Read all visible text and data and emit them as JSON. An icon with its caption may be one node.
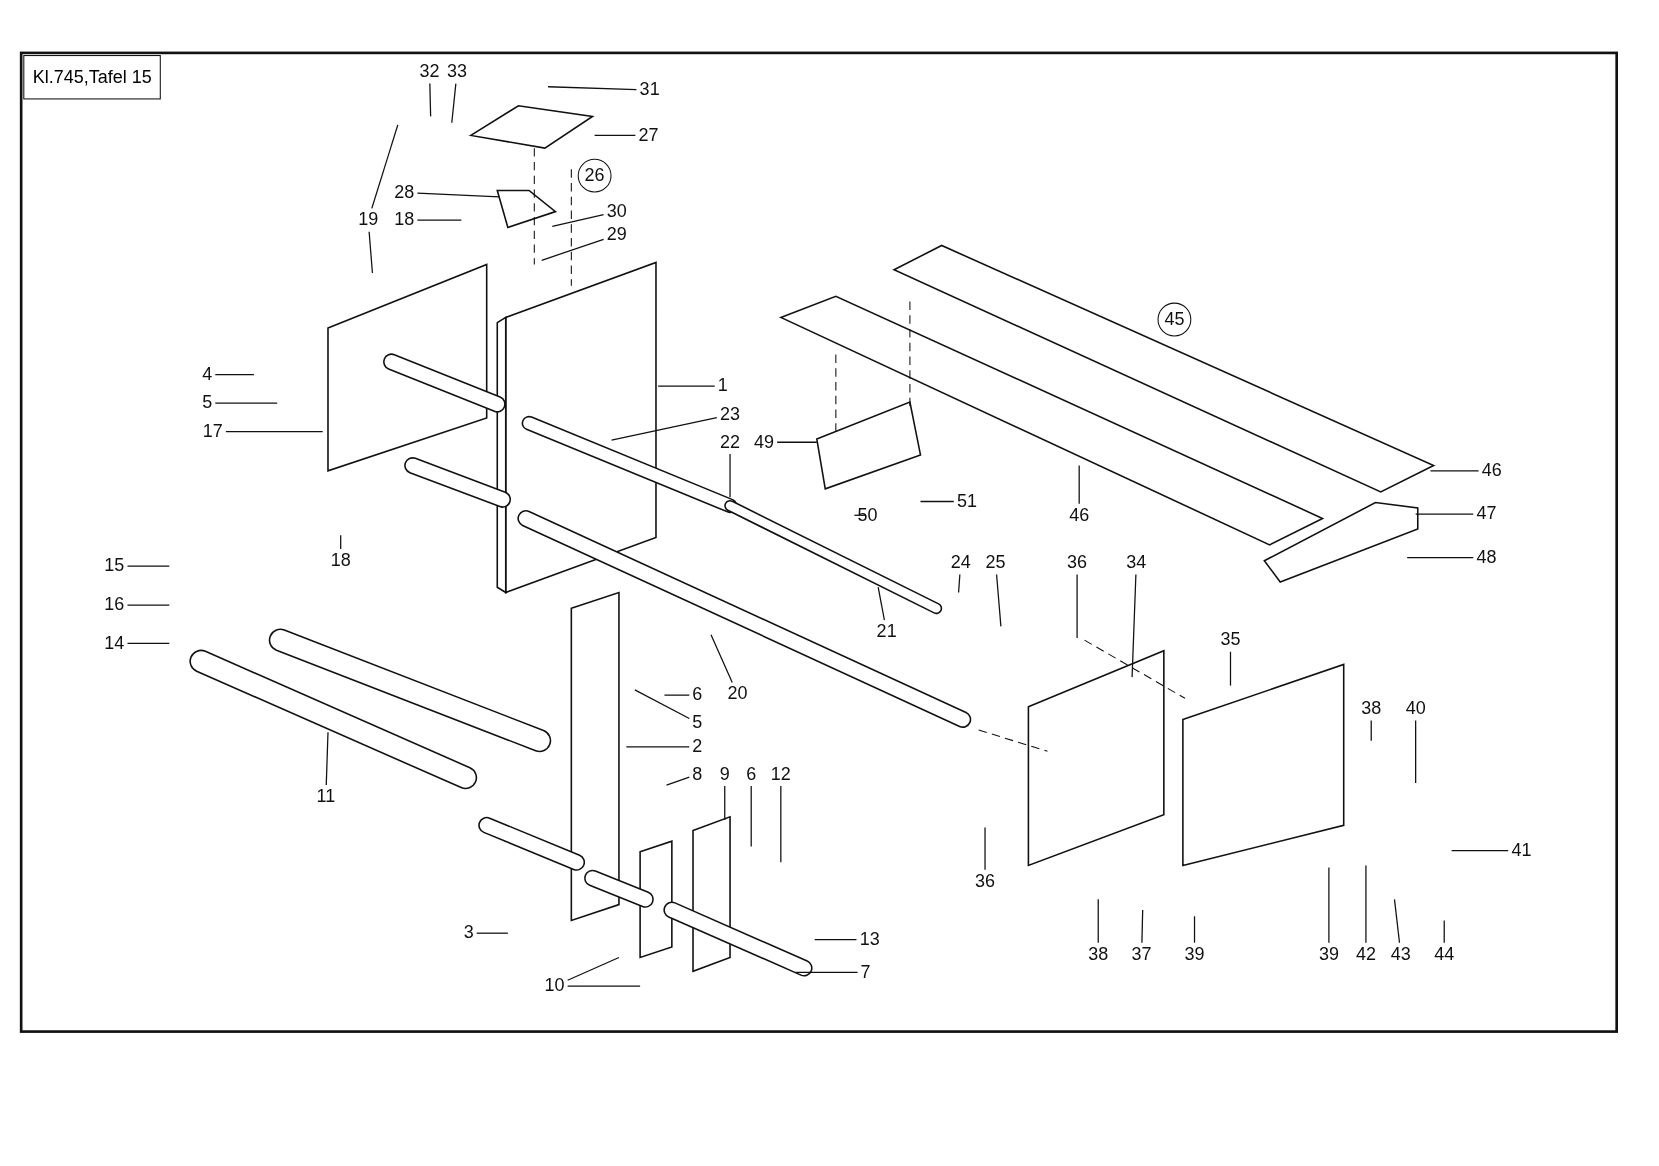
{
  "diagram": {
    "title": "Kl.745,Tafel 15",
    "nodes": [
      {
        "text": [
          "32"
        ]
      },
      {
        "text": [
          "33"
        ]
      },
      {
        "text": [
          "31"
        ]
      },
      {
        "text": [
          "27"
        ]
      },
      {
        "text": [
          "26"
        ]
      },
      {
        "text": [
          "28"
        ]
      },
      {
        "text": [
          "19"
        ]
      },
      {
        "text": [
          "18"
        ]
      },
      {
        "text": [
          "30"
        ]
      },
      {
        "text": [
          "29"
        ]
      },
      {
        "text": [
          "45"
        ]
      },
      {
        "text": [
          "4"
        ]
      },
      {
        "text": [
          "1"
        ]
      },
      {
        "text": [
          "5"
        ]
      },
      {
        "text": [
          "23"
        ]
      },
      {
        "text": [
          "17"
        ]
      },
      {
        "text": [
          "22"
        ]
      },
      {
        "text": [
          "49"
        ]
      },
      {
        "text": [
          "46"
        ]
      },
      {
        "text": [
          "47"
        ]
      },
      {
        "text": [
          "50"
        ]
      },
      {
        "text": [
          "51"
        ]
      },
      {
        "text": [
          "46"
        ]
      },
      {
        "text": [
          "48"
        ]
      },
      {
        "text": [
          "18"
        ]
      },
      {
        "text": [
          "15"
        ]
      },
      {
        "text": [
          "24"
        ]
      },
      {
        "text": [
          "25"
        ]
      },
      {
        "text": [
          "36"
        ]
      },
      {
        "text": [
          "34"
        ]
      },
      {
        "text": [
          "16"
        ]
      },
      {
        "text": [
          "21"
        ]
      },
      {
        "text": [
          "35"
        ]
      },
      {
        "text": [
          "14"
        ]
      },
      {
        "text": [
          "20"
        ]
      },
      {
        "text": [
          "6"
        ]
      },
      {
        "text": [
          "38"
        ]
      },
      {
        "text": [
          "40"
        ]
      },
      {
        "text": [
          "5"
        ]
      },
      {
        "text": [
          "2"
        ]
      },
      {
        "text": [
          "8"
        ]
      },
      {
        "text": [
          "9"
        ]
      },
      {
        "text": [
          "6"
        ]
      },
      {
        "text": [
          "12"
        ]
      },
      {
        "text": [
          "11"
        ]
      },
      {
        "text": [
          "41"
        ]
      },
      {
        "text": [
          "36"
        ]
      },
      {
        "text": [
          "3"
        ]
      },
      {
        "text": [
          "13"
        ]
      },
      {
        "text": [
          "38"
        ]
      },
      {
        "text": [
          "37"
        ]
      },
      {
        "text": [
          "39"
        ]
      },
      {
        "text": [
          "39"
        ]
      },
      {
        "text": [
          "42"
        ]
      },
      {
        "text": [
          "43"
        ]
      },
      {
        "text": [
          "44"
        ]
      },
      {
        "text": [
          "7"
        ]
      },
      {
        "text": [
          "10"
        ]
      }
    ],
    "edges": [
      {
        "from": 0,
        "to": null,
        "arrow": "none"
      },
      {
        "from": 1,
        "to": null,
        "arrow": "none"
      },
      {
        "from": 2,
        "to": null,
        "arrow": "none"
      },
      {
        "from": 3,
        "to": null,
        "arrow": "none"
      },
      {
        "from": 5,
        "to": null,
        "arrow": "none"
      },
      {
        "from": 6,
        "to": null,
        "arrow": "none"
      },
      {
        "from": 6,
        "to": null,
        "arrow": "none"
      },
      {
        "from": 7,
        "to": null,
        "arrow": "none"
      },
      {
        "from": 8,
        "to": null,
        "arrow": "none"
      },
      {
        "from": 9,
        "to": null,
        "arrow": "none"
      },
      {
        "from": 11,
        "to": null,
        "arrow": "none"
      },
      {
        "from": 12,
        "to": null,
        "arrow": "none"
      },
      {
        "from": 13,
        "to": null,
        "arrow": "none"
      },
      {
        "from": 14,
        "to": null,
        "arrow": "none"
      },
      {
        "from": 15,
        "to": null,
        "arrow": "none"
      },
      {
        "from": 16,
        "to": null,
        "arrow": "none"
      },
      {
        "from": 17,
        "to": null,
        "arrow": "none"
      },
      {
        "from": 18,
        "to": null,
        "arrow": "none"
      },
      {
        "from": 19,
        "to": null,
        "arrow": "none"
      },
      {
        "from": 20,
        "to": null,
        "arrow": "none"
      },
      {
        "from": 21,
        "to": null,
        "arrow": "none"
      },
      {
        "from": 22,
        "to": null,
        "arrow": "none"
      },
      {
        "from": 23,
        "to": null,
        "arrow": "none"
      },
      {
        "from": 24,
        "to": null,
        "arrow": "none"
      },
      {
        "from": 25,
        "to": null,
        "arrow": "none"
      },
      {
        "from": 26,
        "to": null,
        "arrow": "none"
      },
      {
        "from": 27,
        "to": null,
        "arrow": "none"
      },
      {
        "from": 28,
        "to": null,
        "arrow": "none"
      },
      {
        "from": 29,
        "to": null,
        "arrow": "none"
      },
      {
        "from": 30,
        "to": null,
        "arrow": "none"
      },
      {
        "from": 31,
        "to": null,
        "arrow": "none"
      },
      {
        "from": 32,
        "to": null,
        "arrow": "none"
      },
      {
        "from": 33,
        "to": null,
        "arrow": "none"
      },
      {
        "from": 34,
        "to": null,
        "arrow": "none"
      },
      {
        "from": 35,
        "to": null,
        "arrow": "none"
      },
      {
        "from": 36,
        "to": null,
        "arrow": "none"
      },
      {
        "from": 37,
        "to": null,
        "arrow": "none"
      },
      {
        "from": 38,
        "to": null,
        "arrow": "none"
      },
      {
        "from": 39,
        "to": null,
        "arrow": "none"
      },
      {
        "from": 40,
        "to": null,
        "arrow": "none"
      },
      {
        "from": 41,
        "to": null,
        "arrow": "none"
      },
      {
        "from": 42,
        "to": null,
        "arrow": "none"
      },
      {
        "from": 43,
        "to": null,
        "arrow": "none"
      },
      {
        "from": 44,
        "to": null,
        "arrow": "none"
      },
      {
        "from": 45,
        "to": null,
        "arrow": "none"
      },
      {
        "from": 46,
        "to": null,
        "arrow": "none"
      },
      {
        "from": 47,
        "to": null,
        "arrow": "none"
      },
      {
        "from": 48,
        "to": null,
        "arrow": "none"
      },
      {
        "from": 49,
        "to": null,
        "arrow": "none"
      },
      {
        "from": 50,
        "to": null,
        "arrow": "none"
      },
      {
        "from": 51,
        "to": null,
        "arrow": "none"
      },
      {
        "from": 52,
        "to": null,
        "arrow": "none"
      },
      {
        "from": 53,
        "to": null,
        "arrow": "none"
      },
      {
        "from": 54,
        "to": null,
        "arrow": "none"
      },
      {
        "from": 55,
        "to": null,
        "arrow": "none"
      },
      {
        "from": 56,
        "to": null,
        "arrow": "none"
      },
      {
        "from": 57,
        "to": null,
        "arrow": "none"
      },
      {
        "from": 57,
        "to": null,
        "arrow": "none"
      }
    ]
  }
}
